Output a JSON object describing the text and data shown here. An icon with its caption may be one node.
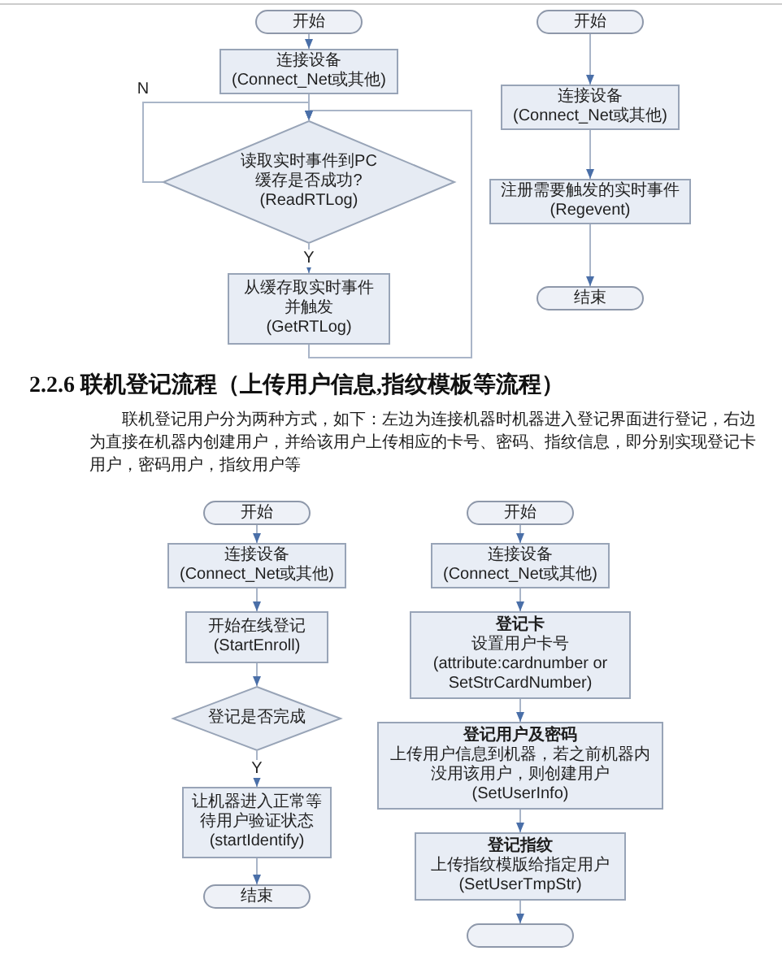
{
  "diagram": {
    "title": "2.2.6 联机登记流程（上传用户信息,指纹模板等流程）",
    "nodes": [
      {
        "text": [
          "开始"
        ]
      },
      {
        "text": [
          "连接设备",
          "(Connect_Net或其他)"
        ]
      },
      {
        "text": [
          "读取实时事件到PC缓存是否成功?",
          "(ReadRTLog)"
        ]
      },
      {
        "text": [
          "从缓存取实时事件并触发",
          "(GetRTLog)"
        ]
      },
      {
        "text": [
          "开始"
        ]
      },
      {
        "text": [
          "连接设备",
          "(Connect_Net或其他)"
        ]
      },
      {
        "text": [
          "注册需要触发的实时事件",
          "(Regevent)"
        ]
      },
      {
        "text": [
          "结束"
        ]
      },
      {
        "text": [
          "开始"
        ]
      },
      {
        "text": [
          "连接设备",
          "(Connect_Net或其他)"
        ]
      },
      {
        "text": [
          "开始在线登记",
          "(StartEnroll)"
        ]
      },
      {
        "text": [
          "登记是否完成"
        ]
      },
      {
        "text": [
          "让机器进入正常等待用户验证状态",
          "(startIdentify)"
        ]
      },
      {
        "text": [
          "结束"
        ]
      },
      {
        "text": [
          "开始"
        ]
      },
      {
        "text": [
          "连接设备",
          "(Connect_Net或其他)"
        ]
      },
      {
        "text": [
          "登记卡",
          "设置用户卡号",
          "(attribute:cardnumber or SetStrCardNumber)"
        ]
      },
      {
        "text": [
          "登记用户及密码",
          "上传用户信息到机器，若之前机器内没用该用户，则创建用户",
          "(SetUserInfo)"
        ]
      },
      {
        "text": [
          "登记指纹",
          "上传指纹模版给指定用户",
          "(SetUserTmpStr)"
        ]
      },
      {
        "text": [],
        "shape": "box"
      }
    ],
    "edges": [
      {
        "from": 0,
        "to": 1,
        "arrow": "to"
      },
      {
        "from": 1,
        "to": 2,
        "arrow": "to"
      },
      {
        "from": 2,
        "to": 3,
        "arrow": "to",
        "label": "Y"
      },
      {
        "from": 2,
        "to": 2,
        "arrow": "to",
        "label": "N"
      },
      {
        "from": 3,
        "to": 2,
        "arrow": "to"
      },
      {
        "from": 4,
        "to": 5,
        "arrow": "to"
      },
      {
        "from": 5,
        "to": 6,
        "arrow": "to"
      },
      {
        "from": 6,
        "to": 7,
        "arrow": "to"
      },
      {
        "from": 8,
        "to": 9,
        "arrow": "to"
      },
      {
        "from": 9,
        "to": 10,
        "arrow": "to"
      },
      {
        "from": 10,
        "to": 11,
        "arrow": "to"
      },
      {
        "from": 11,
        "to": 12,
        "arrow": "to",
        "label": "Y"
      },
      {
        "from": 12,
        "to": 13,
        "arrow": "to"
      },
      {
        "from": 14,
        "to": 15,
        "arrow": "to"
      },
      {
        "from": 15,
        "to": 16,
        "arrow": "to"
      },
      {
        "from": 16,
        "to": 17,
        "arrow": "to"
      },
      {
        "from": 17,
        "to": 18,
        "arrow": "to"
      },
      {
        "from": 18,
        "to": 19,
        "arrow": "to"
      }
    ],
    "labels": [
      "联机登记用户分为两种方式，如下：左边为连接机器时机器进入登记界面进行登记，右边为直接在机器内创建用户，并给该用户上传相应的卡号、密码、指纹信息，即分别实现登记卡用户，密码用户，指纹用户等"
    ]
  }
}
